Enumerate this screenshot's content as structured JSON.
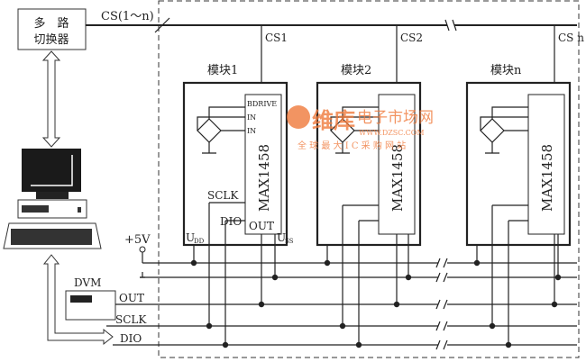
{
  "mux": {
    "line1": "多　路",
    "line2": "切换器"
  },
  "cs_bus": "CS(1～n)",
  "cs_labels": [
    "CS1",
    "CS2",
    "CS n"
  ],
  "modules": [
    {
      "title": "模块1",
      "chip": "MAX1458"
    },
    {
      "title": "模块2",
      "chip": "MAX1458"
    },
    {
      "title": "模块n",
      "chip": "MAX1458"
    }
  ],
  "pins": {
    "bdrive": "BDRIVE",
    "in_p": "IN",
    "in_n": "IN",
    "sclk": "SCLK",
    "dio": "DIO",
    "out": "OUT",
    "udd": "U",
    "udd_sub": "DD",
    "uss": "U",
    "uss_sub": "SS"
  },
  "bus": {
    "v5": "+5V",
    "out": "OUT",
    "sclk": "SCLK",
    "dio": "DIO"
  },
  "dvm": "DVM",
  "watermark": {
    "brand": "维库",
    "line1": "电子市场网",
    "line2": "WWW.DZSC.COM",
    "line3": "全 球 最 大 I C 采 购 网 站"
  }
}
